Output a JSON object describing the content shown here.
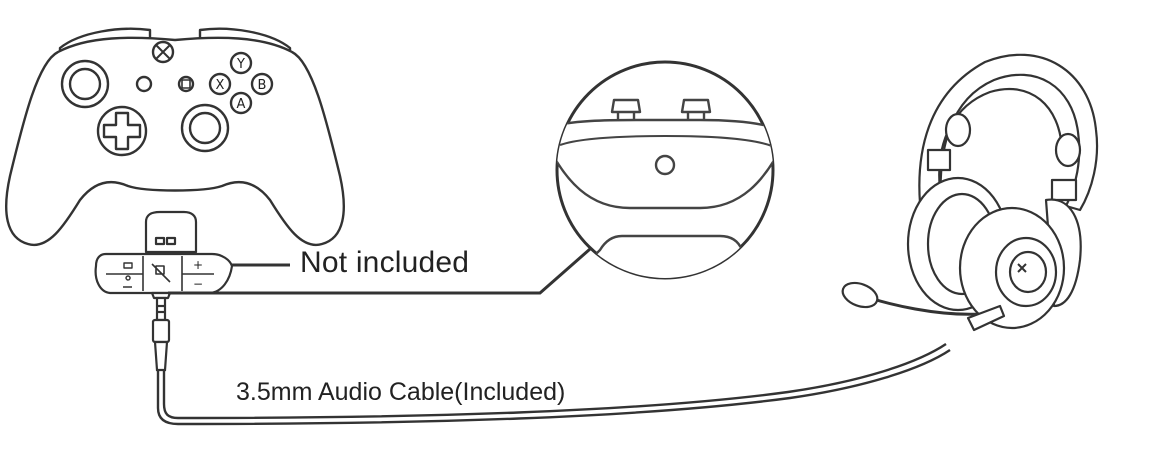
{
  "labels": {
    "not_included": "Not included",
    "cable": "3.5mm Audio Cable(Included)"
  },
  "controller": {
    "buttons": {
      "y": "Y",
      "x": "X",
      "b": "B",
      "a": "A"
    },
    "adapter_plus": "+",
    "adapter_minus": "−"
  },
  "colors": {
    "line": "#333333",
    "fill": "#ffffff",
    "text": "#222222"
  }
}
